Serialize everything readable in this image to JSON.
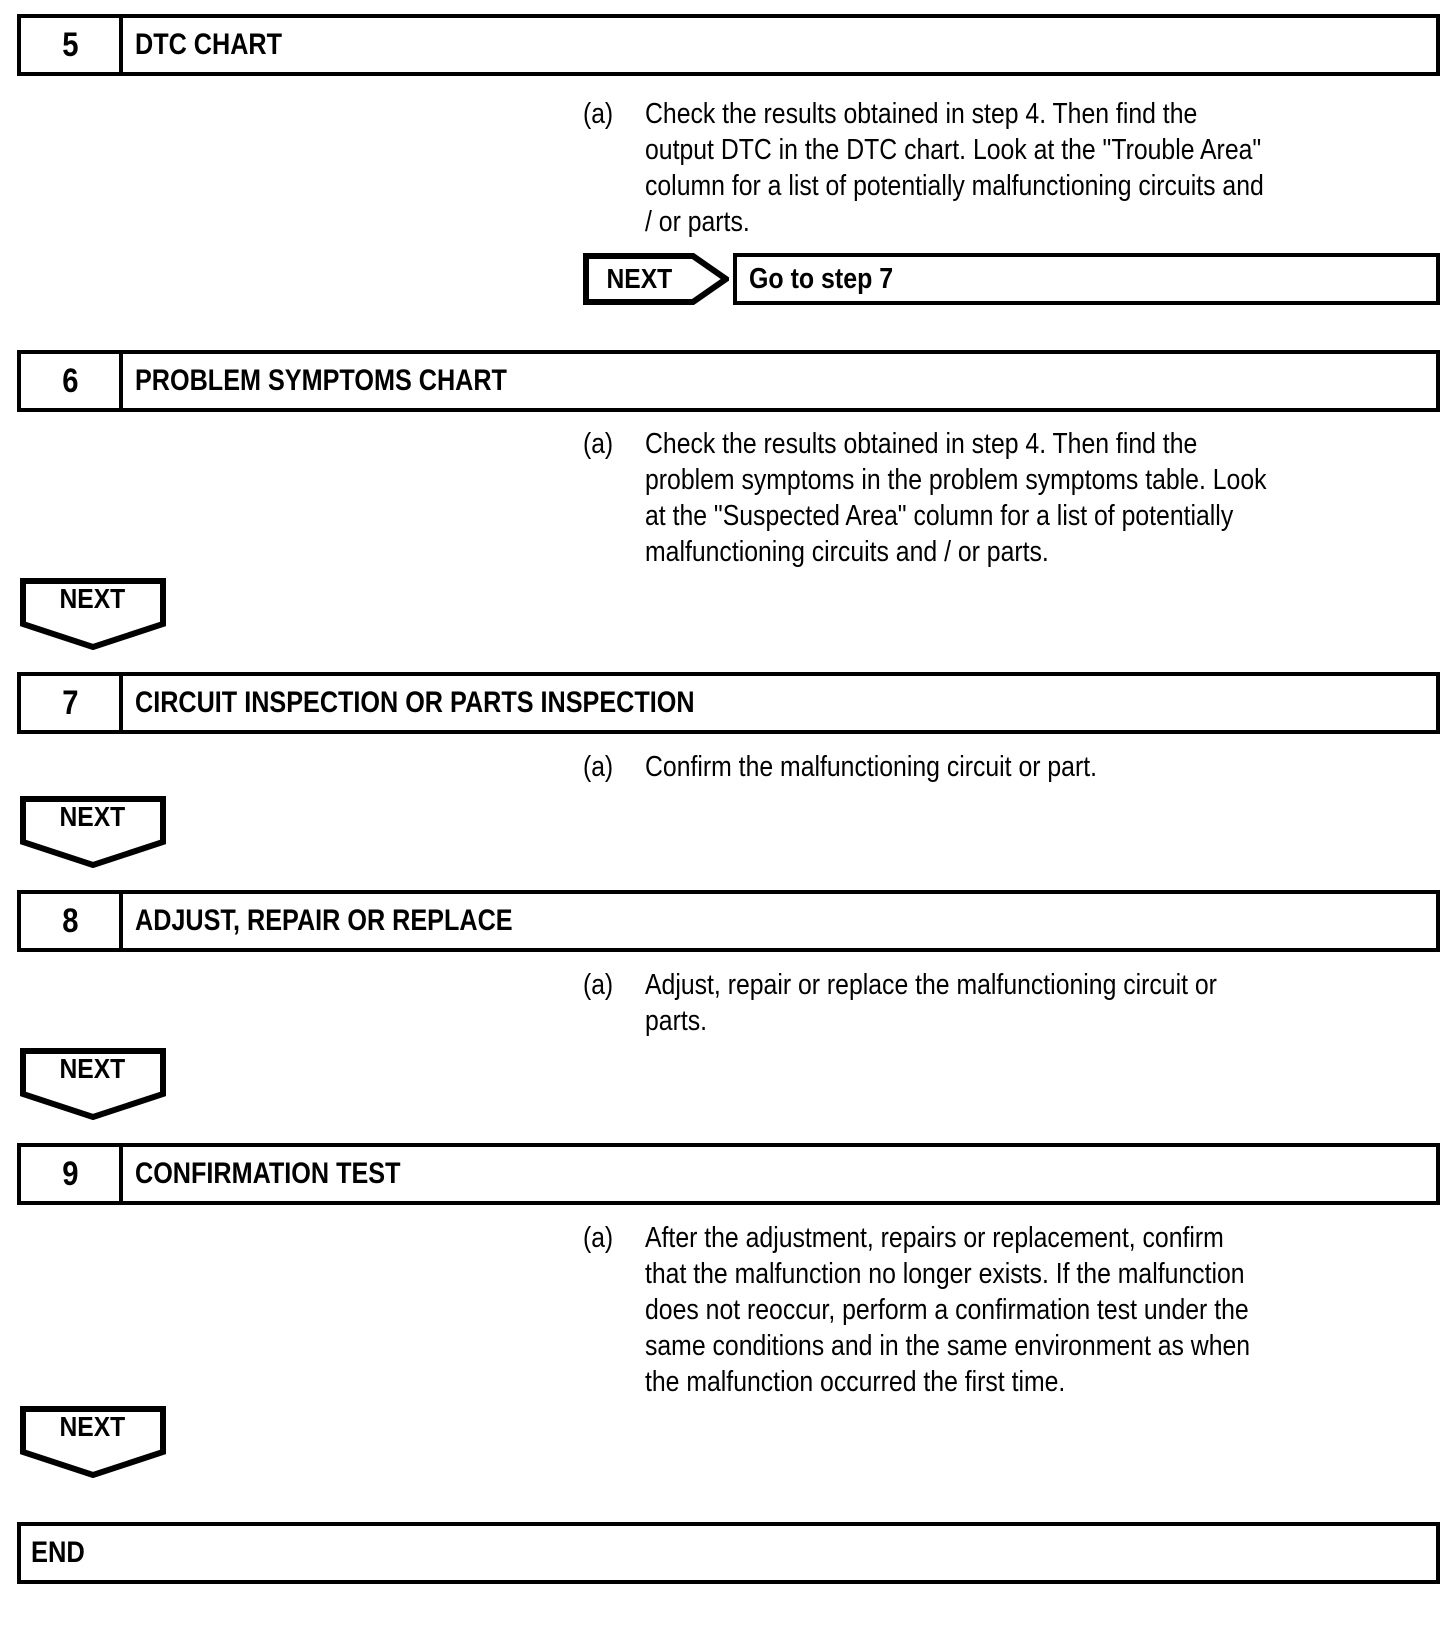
{
  "document": {
    "type": "troubleshooting-flowchart",
    "background_color": "#ffffff",
    "line_color": "#000000"
  },
  "steps": [
    {
      "number": "5",
      "title": "DTC CHART",
      "item_label": "(a)",
      "item_text": "Check the results obtained in step 4. Then find the\noutput DTC in the DTC chart. Look at the \"Trouble Area\"\ncolumn for a list of potentially malfunctioning circuits and\n/ or parts.",
      "connector": "NEXT",
      "connector_direction": "right",
      "goto_text": "Go to step 7"
    },
    {
      "number": "6",
      "title": "PROBLEM SYMPTOMS CHART",
      "item_label": "(a)",
      "item_text": "Check the results obtained in step 4. Then find the\nproblem symptoms in the problem symptoms table. Look\nat the \"Suspected Area\" column for a list of potentially\nmalfunctioning circuits and / or parts.",
      "connector": "NEXT",
      "connector_direction": "down"
    },
    {
      "number": "7",
      "title": "CIRCUIT INSPECTION OR PARTS INSPECTION",
      "item_label": "(a)",
      "item_text": "Confirm the malfunctioning circuit or part.",
      "connector": "NEXT",
      "connector_direction": "down"
    },
    {
      "number": "8",
      "title": "ADJUST, REPAIR OR REPLACE",
      "item_label": "(a)",
      "item_text": "Adjust, repair or replace the malfunctioning circuit or\nparts.",
      "connector": "NEXT",
      "connector_direction": "down"
    },
    {
      "number": "9",
      "title": "CONFIRMATION TEST",
      "item_label": "(a)",
      "item_text": "After the adjustment, repairs or replacement, confirm\nthat the malfunction no longer exists. If the malfunction\ndoes not reoccur, perform a confirmation test under the\nsame conditions and in the same environment as when\nthe malfunction occurred the first time.",
      "connector": "NEXT",
      "connector_direction": "down"
    }
  ],
  "end": {
    "label": "END"
  }
}
